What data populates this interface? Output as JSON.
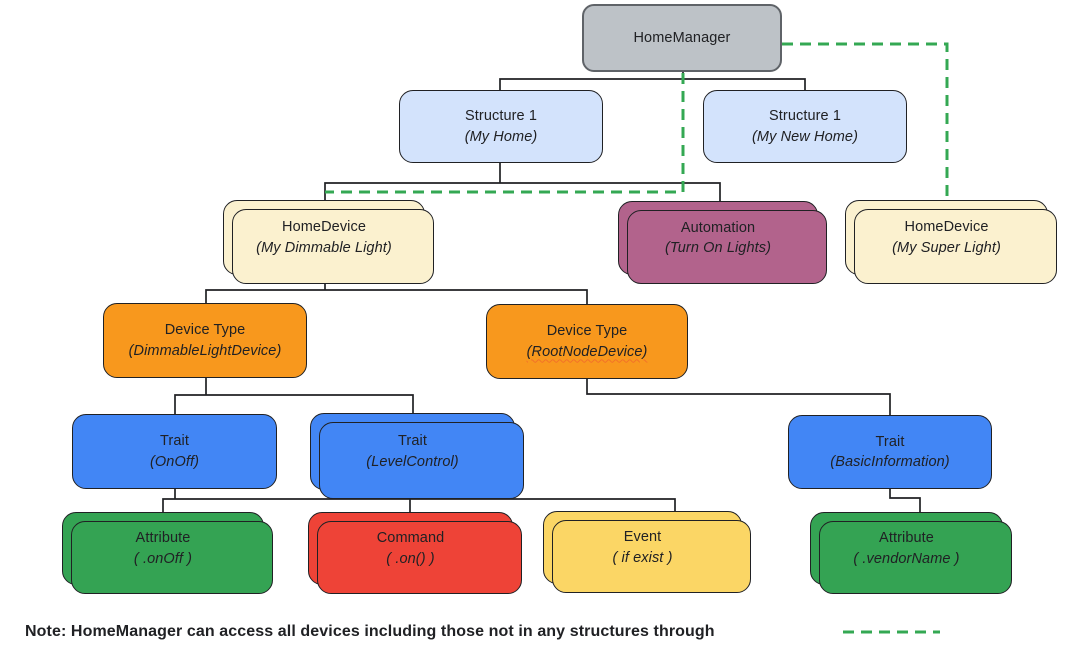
{
  "title": "HomeManager hierarchy diagram",
  "nodes": {
    "home_manager": {
      "label": "HomeManager",
      "sublabel": ""
    },
    "structure_my_home": {
      "label": "Structure 1",
      "sublabel": "(My Home)"
    },
    "structure_my_new_home": {
      "label": "Structure 1",
      "sublabel": "(My New Home)"
    },
    "homedevice_dimmable": {
      "label": "HomeDevice",
      "sublabel": "(My Dimmable Light)"
    },
    "automation": {
      "label": "Automation",
      "sublabel": "(Turn On Lights)"
    },
    "homedevice_super": {
      "label": "HomeDevice",
      "sublabel": "(My Super Light)"
    },
    "devicetype_dimmable": {
      "label": "Device Type",
      "sublabel": "(DimmableLightDevice)"
    },
    "devicetype_rootnode": {
      "label": "Device Type",
      "sublabel": "(RootNodeDevice)"
    },
    "trait_onoff": {
      "label": "Trait",
      "sublabel": "(OnOff)"
    },
    "trait_levelcontrol": {
      "label": "Trait",
      "sublabel": "(LevelControl)"
    },
    "trait_basicinfo": {
      "label": "Trait",
      "sublabel": "(BasicInformation)"
    },
    "attribute_onoff": {
      "label": "Attribute",
      "sublabel": "( .onOff )"
    },
    "command_on": {
      "label": "Command",
      "sublabel": "( .on() )"
    },
    "event_ifexist": {
      "label": "Event",
      "sublabel": "( if exist )"
    },
    "attribute_vendorname": {
      "label": "Attribute",
      "sublabel": "( .vendorName )"
    }
  },
  "note": "Note: HomeManager can access all devices including those not in any structures through",
  "colors": {
    "manager_gray": "#bdc2c7",
    "manager_border": "#5f6368",
    "structure_blue": "#d3e3fc",
    "device_cream": "#fbf1cf",
    "automation_mauve": "#b2638c",
    "devicetype_orange": "#f8981d",
    "trait_blue": "#4286f5",
    "attribute_green": "#34a353",
    "command_red": "#ee4337",
    "event_yellow": "#fbd665",
    "connector_black": "#202124",
    "dashed_green": "#34a853"
  }
}
